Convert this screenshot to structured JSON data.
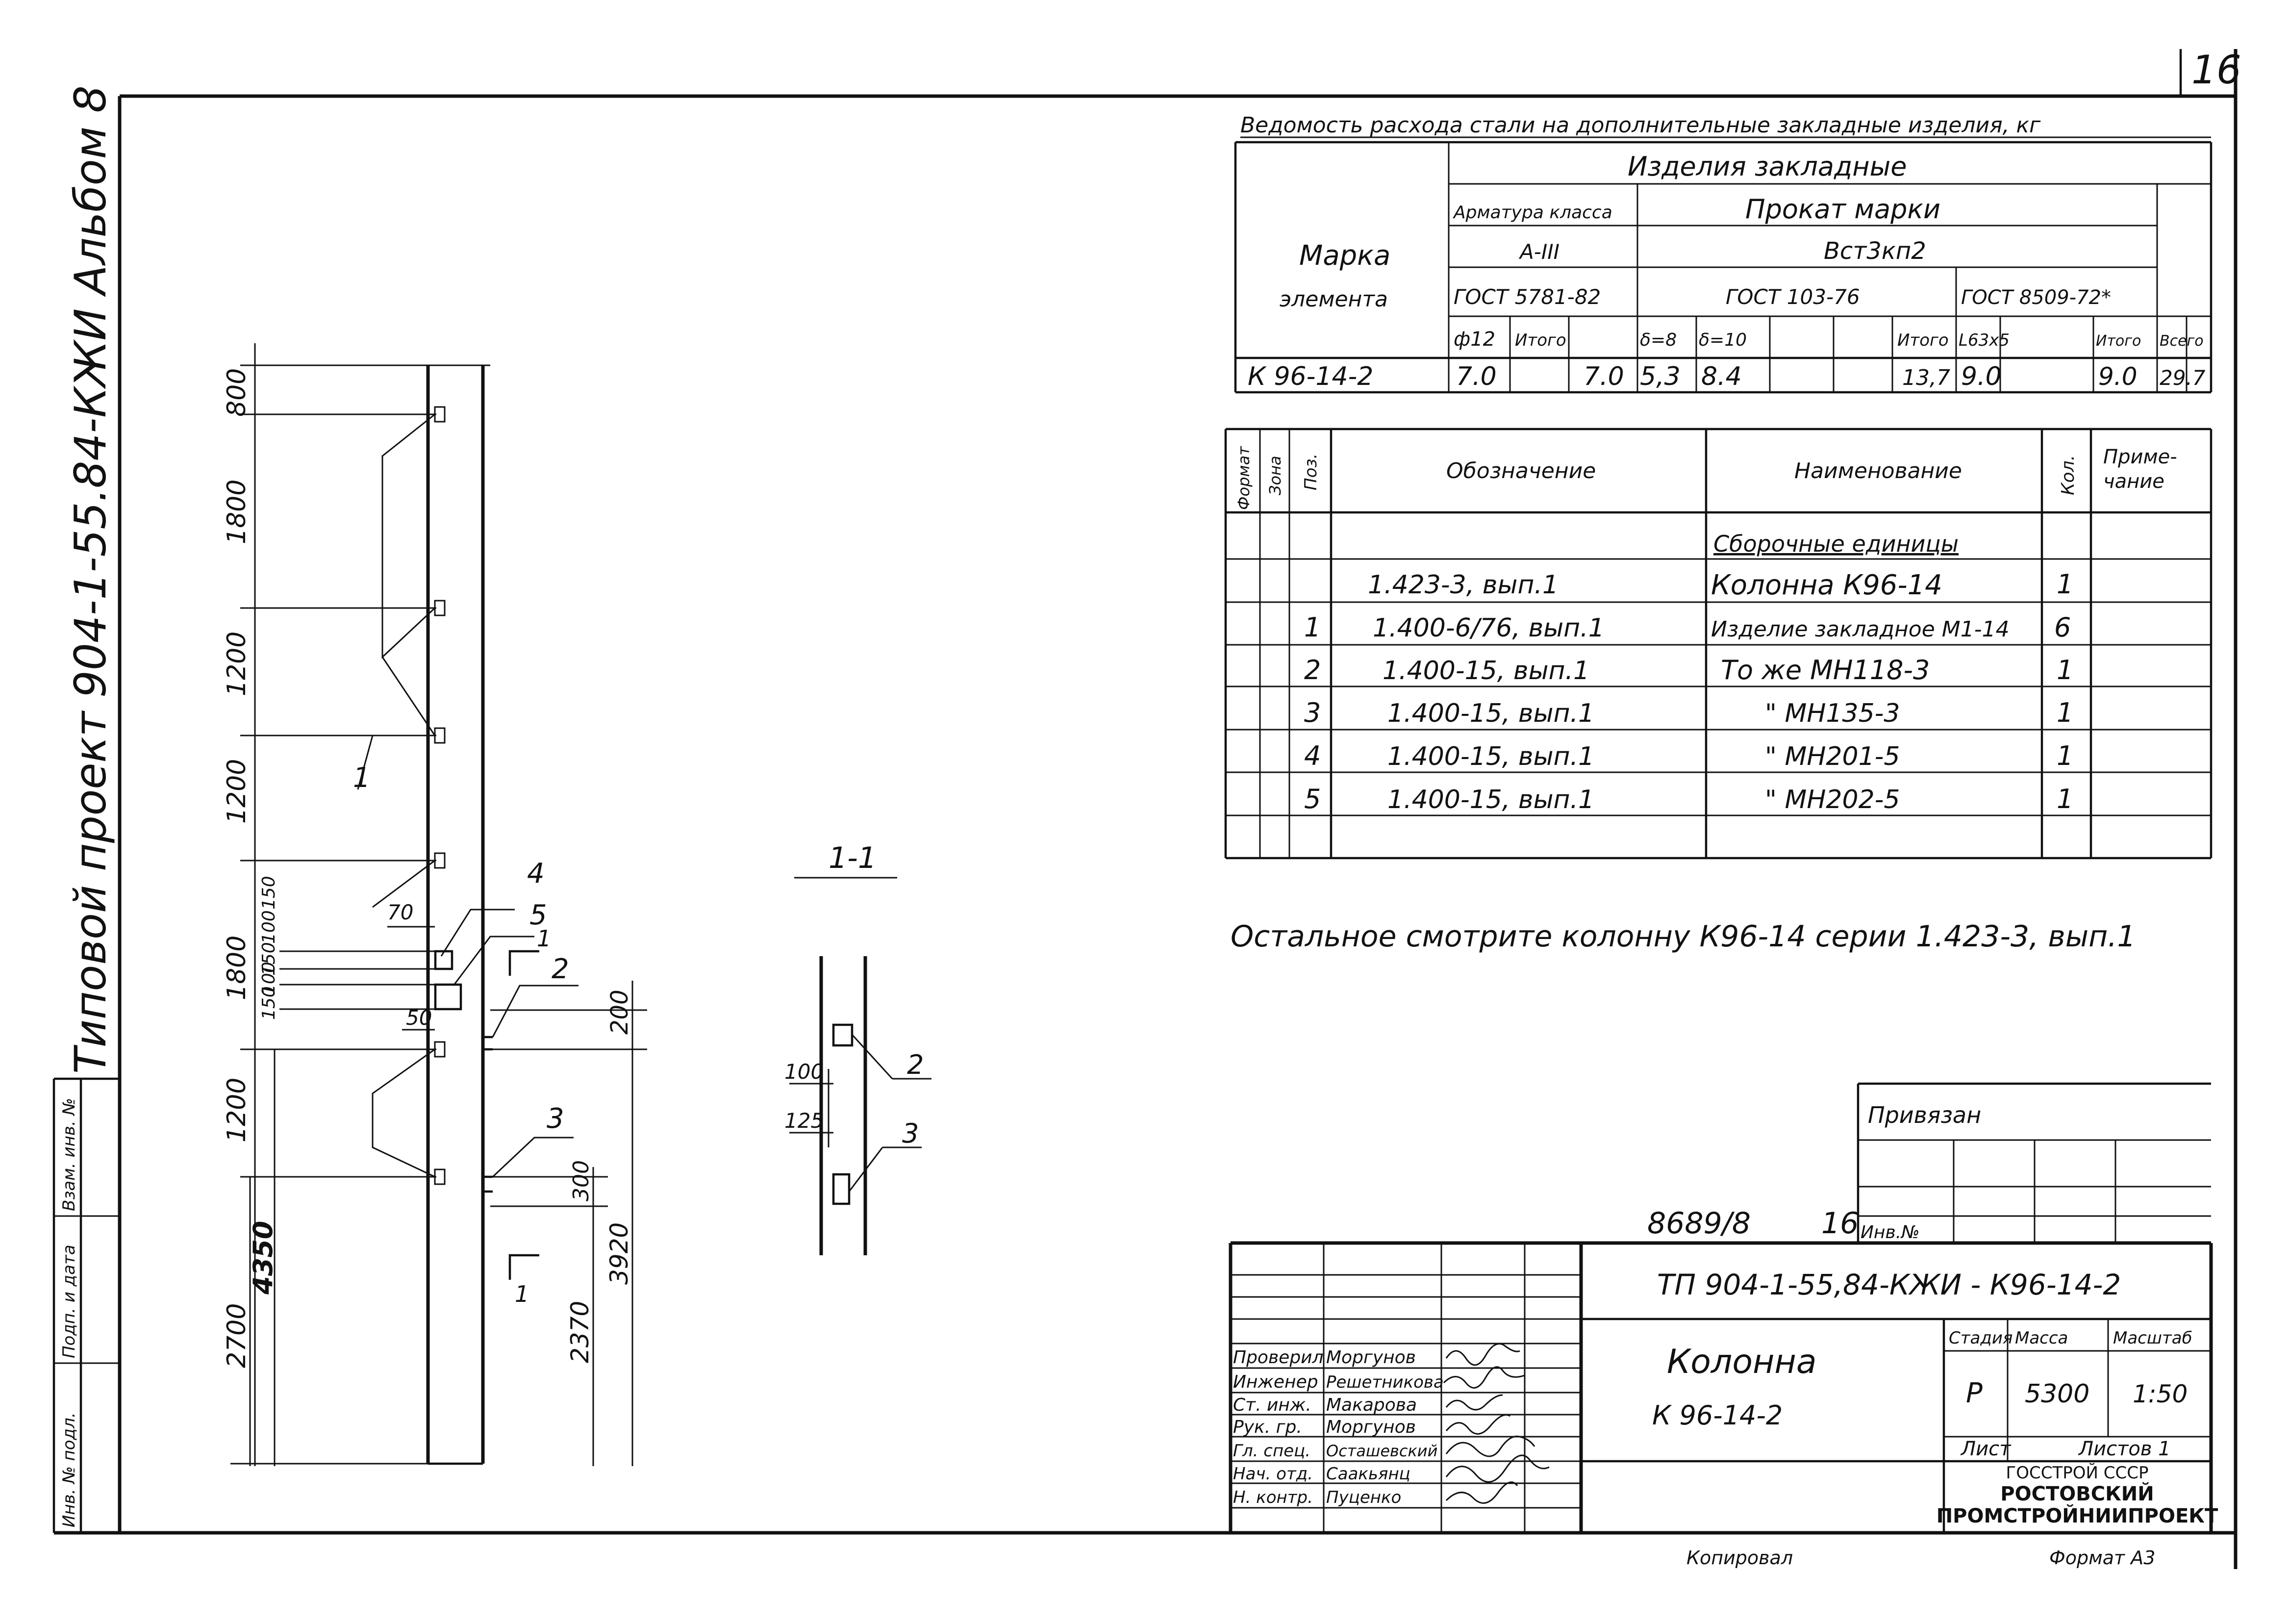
{
  "sheet": {
    "sheet_number": "16",
    "side_stamp": {
      "project_title": "Типовой проект 904-1-55.84-КЖИ Альбом 8",
      "inv_col": "Инв. № подл.",
      "sign_col": "Подп. и дата",
      "swap_col": "Взам. инв. №"
    }
  },
  "steel_table": {
    "title": "Ведомость расхода стали на дополнительные закладные изделия, кг",
    "mark_header": "Марка элемента",
    "group_header": "Изделия закладные",
    "rebar_header": "Арматура класса",
    "rebar_class": "А-III",
    "rebar_gost": "ГОСТ 5781-82",
    "rolled_header": "Прокат марки",
    "rolled_grade": "Вст3кп2",
    "gost_103": "ГОСТ 103-76",
    "gost_8509": "ГОСТ 8509-72*",
    "col_d12": "ф12",
    "col_itogo": "Итого",
    "col_d8": "δ=8",
    "col_d10": "δ=10",
    "col_angle": "L63x5",
    "col_vsego": "Всего",
    "row_mark": "К 96-14-2",
    "v_d12": "7.0",
    "v_itogo1": "7.0",
    "v_d8": "5,3",
    "v_d10": "8.4",
    "v_itogo2": "13,7",
    "v_angle": "9.0",
    "v_itogo3": "9.0",
    "v_vsego": "29.7"
  },
  "spec_table": {
    "h_format": "Формат",
    "h_zone": "Зона",
    "h_pos": "Поз.",
    "h_designation": "Обозначение",
    "h_name": "Наименование",
    "h_qty": "Кол.",
    "h_note": "Примечание",
    "section": "Сборочные единицы",
    "rows": [
      {
        "pos": "",
        "designation": "1.423-3, вып.1",
        "name": "Колонна К96-14",
        "qty": "1"
      },
      {
        "pos": "1",
        "designation": "1.400-6/76, вып.1",
        "name": "Изделие закладное М1-14",
        "qty": "6"
      },
      {
        "pos": "2",
        "designation": "1.400-15, вып.1",
        "name": "То же МН118-3",
        "qty": "1"
      },
      {
        "pos": "3",
        "designation": "1.400-15, вып.1",
        "name": "\"  МН135-3",
        "qty": "1"
      },
      {
        "pos": "4",
        "designation": "1.400-15, вып.1",
        "name": "\"  МН201-5",
        "qty": "1"
      },
      {
        "pos": "5",
        "designation": "1.400-15, вып.1",
        "name": "\"  МН202-5",
        "qty": "1"
      }
    ]
  },
  "note_text": "Остальное смотрите колонну К96-14 серии 1.423-3, вып.1",
  "privyazan": {
    "label": "Привязан",
    "inv_label": "Инв.№",
    "handwritten_no": "8689/8",
    "handwritten_sheet": "16"
  },
  "title_block": {
    "doc_code": "ТП 904-1-55,84-КЖИ - К96-14-2",
    "item_title": "Колонна",
    "item_mark": "К 96-14-2",
    "stage_label": "Стадия",
    "mass_label": "Масса",
    "scale_label": "Масштаб",
    "stage": "Р",
    "mass": "5300",
    "scale": "1:50",
    "sheet_label": "Лист",
    "sheets_label": "Листов 1",
    "org1": "ГОССТРОЙ СССР",
    "org2": "РОСТОВСКИЙ",
    "org3": "ПРОМСТРОЙНИИПРОЕКТ",
    "signatures": [
      {
        "role": "Проверил",
        "name": "Моргунов"
      },
      {
        "role": "Инженер",
        "name": "Решетникова"
      },
      {
        "role": "Ст. инж.",
        "name": "Макарова"
      },
      {
        "role": "Рук. гр.",
        "name": "Моргунов"
      },
      {
        "role": "Гл. спец.",
        "name": "Осташевский"
      },
      {
        "role": "Нач. отд.",
        "name": "Саакьянц"
      },
      {
        "role": "Н. контр.",
        "name": "Пуценко"
      }
    ],
    "copied": "Копировал",
    "format": "Формат А3"
  },
  "elevation": {
    "dims_left": [
      "800",
      "1800",
      "1200",
      "1200",
      "1800",
      "1200"
    ],
    "dims_far_left": [
      "4350",
      "2700"
    ],
    "dims_small": [
      "70",
      "50",
      "150",
      "100",
      "150",
      "150",
      "100"
    ],
    "dims_right": [
      "200",
      "300",
      "3920",
      "2370"
    ],
    "callouts": [
      "1",
      "2",
      "3",
      "4",
      "5"
    ],
    "section_mark": "1",
    "section_title": "1-1",
    "section_dims": [
      "100",
      "125"
    ],
    "section_callouts": [
      "2",
      "3"
    ]
  }
}
